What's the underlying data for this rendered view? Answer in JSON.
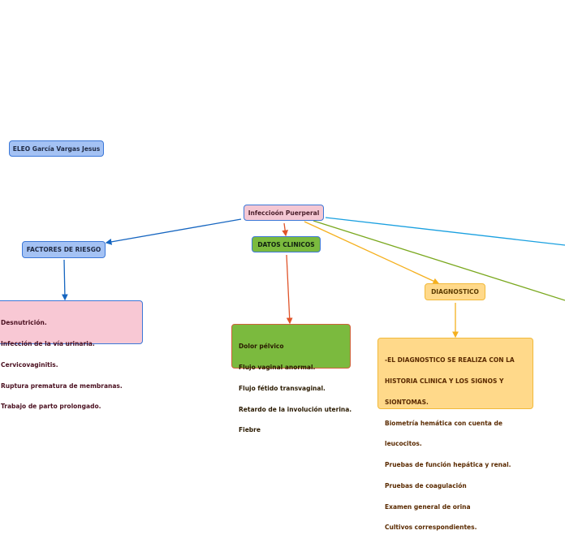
{
  "author": "ELEO García Vargas Jesus",
  "root": "Infeccioón Puerperal",
  "branches": {
    "factores": {
      "label": "FACTORES DE RIESGO",
      "items": [
        "Desnutrición.",
        "Infección de la vía urinaria.",
        "Cervicovaginitis.",
        "Ruptura prematura de membranas.",
        "Trabajo de parto prolongado."
      ]
    },
    "datos": {
      "label": "DATOS CLINICOS",
      "items": [
        "Dolor pélvico",
        "Flujo vaginal anormal.",
        "Flujo fétido transvaginal.",
        "Retardo de la involución uterina.",
        "Fiebre"
      ]
    },
    "diagnostico": {
      "label": "DIAGNOSTICO",
      "items": [
        "-EL DIAGNOSTICO SE REALIZA CON LA",
        "HISTORIA CLINICA Y LOS SIGNOS Y",
        "SIONTOMAS.",
        "Biometría hemática con cuenta de",
        "leucocitos.",
        "Pruebas de función hepática y renal.",
        "Pruebas de coagulación",
        "Examen general de orina",
        "Cultivos correspondientes."
      ]
    }
  },
  "colors": {
    "blue_link": "#1565c0",
    "orange_red_link": "#e0542a",
    "yellow_link": "#f5b01e",
    "green_link": "#7aa81e",
    "cyan_link": "#1aa0e0"
  }
}
